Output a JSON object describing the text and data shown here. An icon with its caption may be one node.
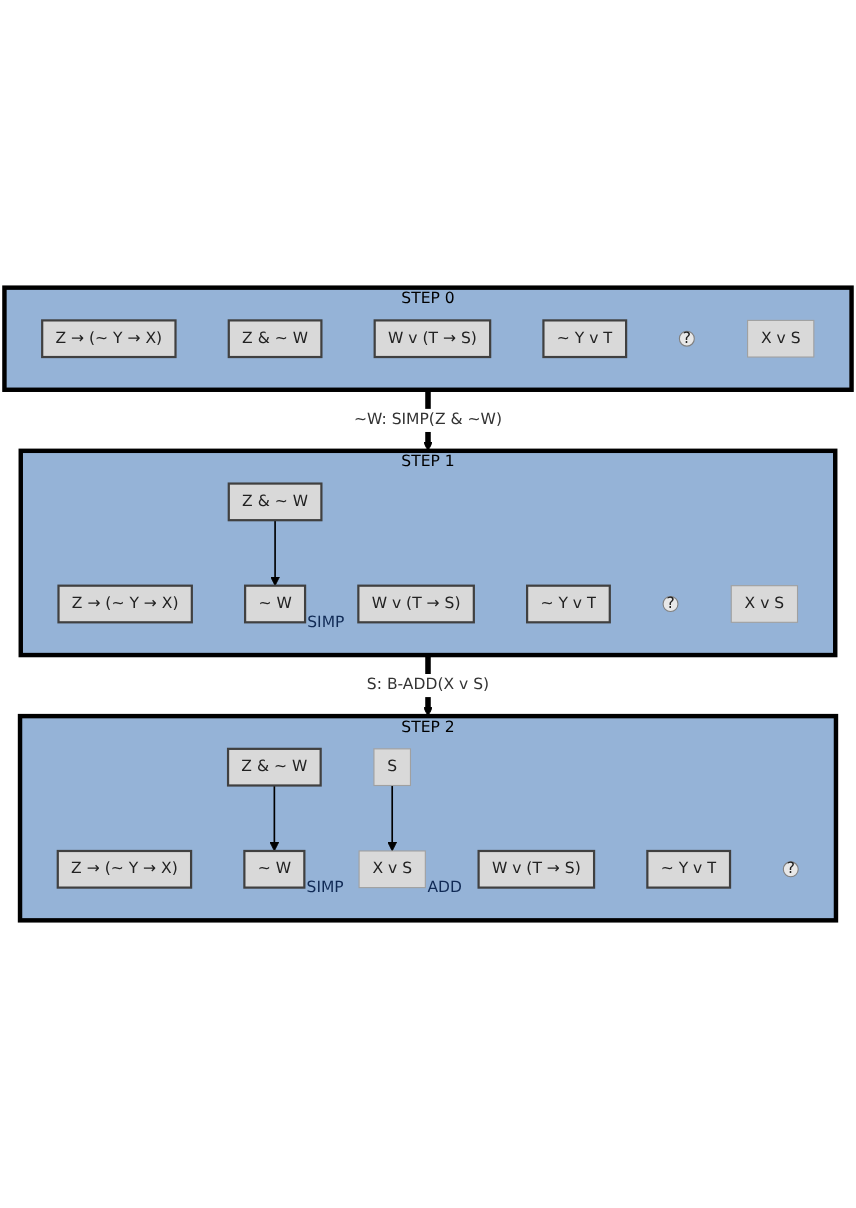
{
  "diagram": {
    "nodes": [
      {
        "text": [
          "STEP 0"
        ]
      },
      {
        "text": [
          "Z → (~ Y → X)"
        ],
        "in": 0
      },
      {
        "text": [
          "Z & ~ W"
        ],
        "in": 0
      },
      {
        "text": [
          "W v (T → S)"
        ],
        "in": 0
      },
      {
        "text": [
          "~ Y v T"
        ],
        "in": 0
      },
      {
        "text": [
          "?"
        ],
        "in": 0
      },
      {
        "text": [
          "X v S"
        ],
        "in": 0
      },
      {
        "text": [
          "STEP 1"
        ]
      },
      {
        "text": [
          "Z → (~ Y → X)"
        ],
        "in": 7
      },
      {
        "text": [
          "Z & ~ W"
        ],
        "in": 7
      },
      {
        "text": [
          "W v (T → S)"
        ],
        "in": 7
      },
      {
        "text": [
          "~ Y v T"
        ],
        "in": 7
      },
      {
        "text": [
          "~ W"
        ],
        "in": 7,
        "beside": [
          "SIMP"
        ]
      },
      {
        "text": [
          "?"
        ],
        "in": 7
      },
      {
        "text": [
          "X v S"
        ],
        "in": 7
      },
      {
        "text": [
          "STEP 2"
        ]
      },
      {
        "text": [
          "Z → (~ Y → X)"
        ],
        "in": 15
      },
      {
        "text": [
          "Z & ~ W"
        ],
        "in": 15
      },
      {
        "text": [
          "W v (T → S)"
        ],
        "in": 15
      },
      {
        "text": [
          "~ Y v T"
        ],
        "in": 15
      },
      {
        "text": [
          "~ W"
        ],
        "in": 15,
        "beside": [
          "SIMP"
        ]
      },
      {
        "text": [
          "?"
        ],
        "in": 15
      },
      {
        "text": [
          "S"
        ],
        "in": 15
      },
      {
        "text": [
          "X v S"
        ],
        "in": 15,
        "beside": [
          "ADD"
        ]
      }
    ],
    "edges": [
      {
        "from": 0,
        "to": 7,
        "arrow": "to",
        "style": "thick",
        "label": "~W: SIMP(Z & ~W)"
      },
      {
        "from": 9,
        "to": 12,
        "arrow": "to"
      },
      {
        "from": 7,
        "to": 15,
        "arrow": "to",
        "style": "thick",
        "label": "S: B-ADD(X v S)"
      },
      {
        "from": 17,
        "to": 20,
        "arrow": "to"
      },
      {
        "from": 22,
        "to": 23,
        "arrow": "to"
      }
    ]
  }
}
